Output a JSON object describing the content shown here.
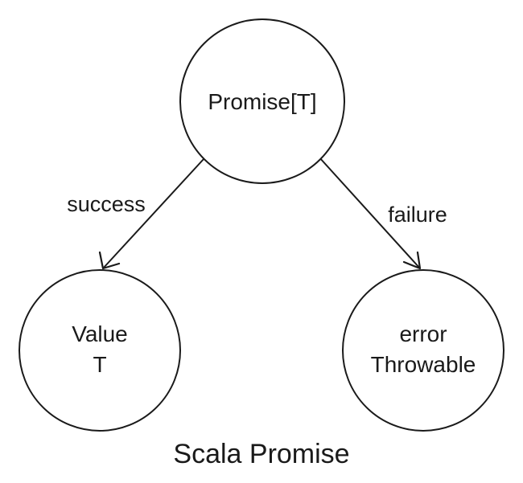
{
  "diagram": {
    "nodes": {
      "root": {
        "label": "Promise[T]"
      },
      "success_node": {
        "line1": "Value",
        "line2": "T"
      },
      "failure_node": {
        "line1": "error",
        "line2": "Throwable"
      }
    },
    "edges": {
      "success": {
        "label": "success"
      },
      "failure": {
        "label": "failure"
      }
    },
    "caption": "Scala Promise"
  }
}
